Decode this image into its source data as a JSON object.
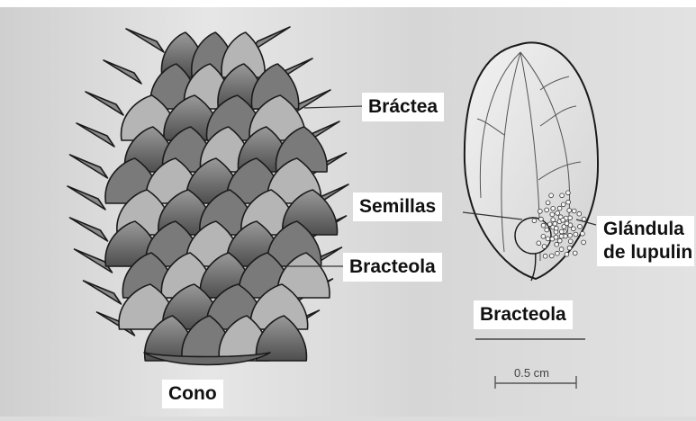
{
  "figure": {
    "labels": {
      "bractea": "Bráctea",
      "semillas": "Semillas",
      "glandula": [
        "Glándula",
        "de lupulin"
      ],
      "bracteola_cone": "Bracteola",
      "bracteola_detail": "Bracteola",
      "cono": "Cono"
    },
    "scale_bar": {
      "text": "0.5 cm"
    }
  }
}
